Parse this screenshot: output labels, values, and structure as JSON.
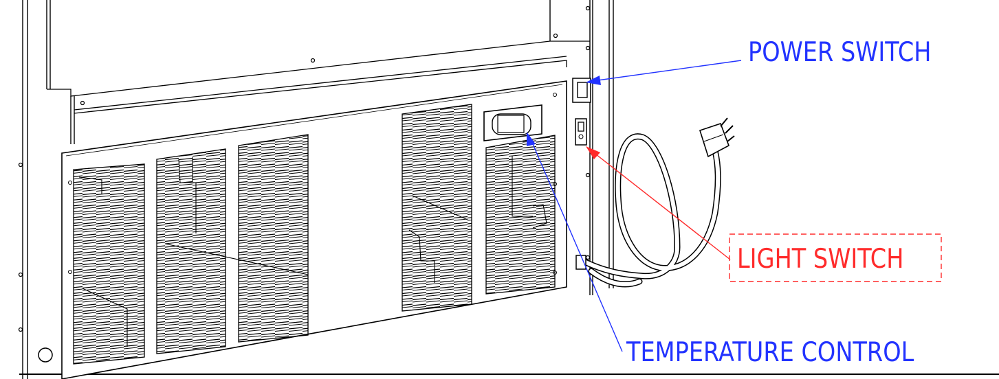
{
  "labels": {
    "power_switch": "POWER SWITCH",
    "light_switch": "LIGHT SWITCH",
    "temperature_control": "TEMPERATURE CONTROL"
  },
  "colors": {
    "line_art": "#000000",
    "power_callout": "#2233ff",
    "light_callout": "#ff2b2b",
    "temperature_callout": "#2233ff",
    "background": "#ffffff"
  }
}
